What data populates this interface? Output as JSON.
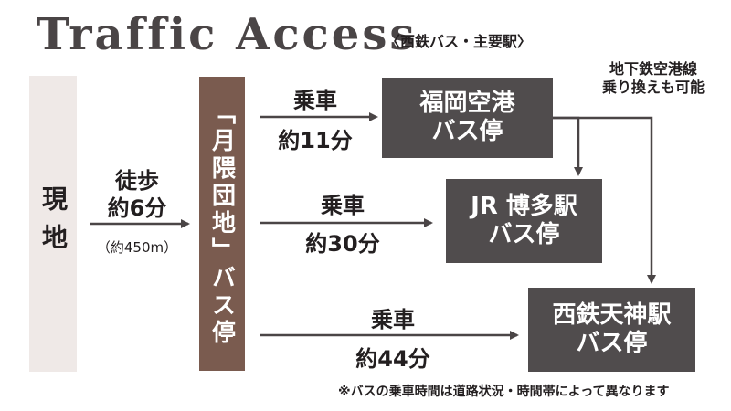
{
  "title": "Traffic Access",
  "subtitle": "〈西鉄バス・主要駅〉",
  "origin": {
    "label": "現地"
  },
  "walk": {
    "mode": "徒歩",
    "time": "約6分",
    "distance": "（約450m）"
  },
  "bus_stop": {
    "label": "「月隈団地」バス停"
  },
  "routes": [
    {
      "mode": "乗車",
      "time": "約11分",
      "destination_line1": "福岡空港",
      "destination_line2": "バス停"
    },
    {
      "mode": "乗車",
      "time": "約30分",
      "destination_line1": "JR 博多駅",
      "destination_line2": "バス停"
    },
    {
      "mode": "乗車",
      "time": "約44分",
      "destination_line1": "西鉄天神駅",
      "destination_line2": "バス停"
    }
  ],
  "transfer_note": {
    "line1": "地下鉄空港線",
    "line2": "乗り換えも可能"
  },
  "footnote": "※バスの乗車時間は道路状況・時間帯によって異なります",
  "colors": {
    "origin_bg": "#efe9e7",
    "bus_stop_bg": "#7a5b4f",
    "destination_bg": "#504c4d",
    "arrow": "#4a4546"
  }
}
